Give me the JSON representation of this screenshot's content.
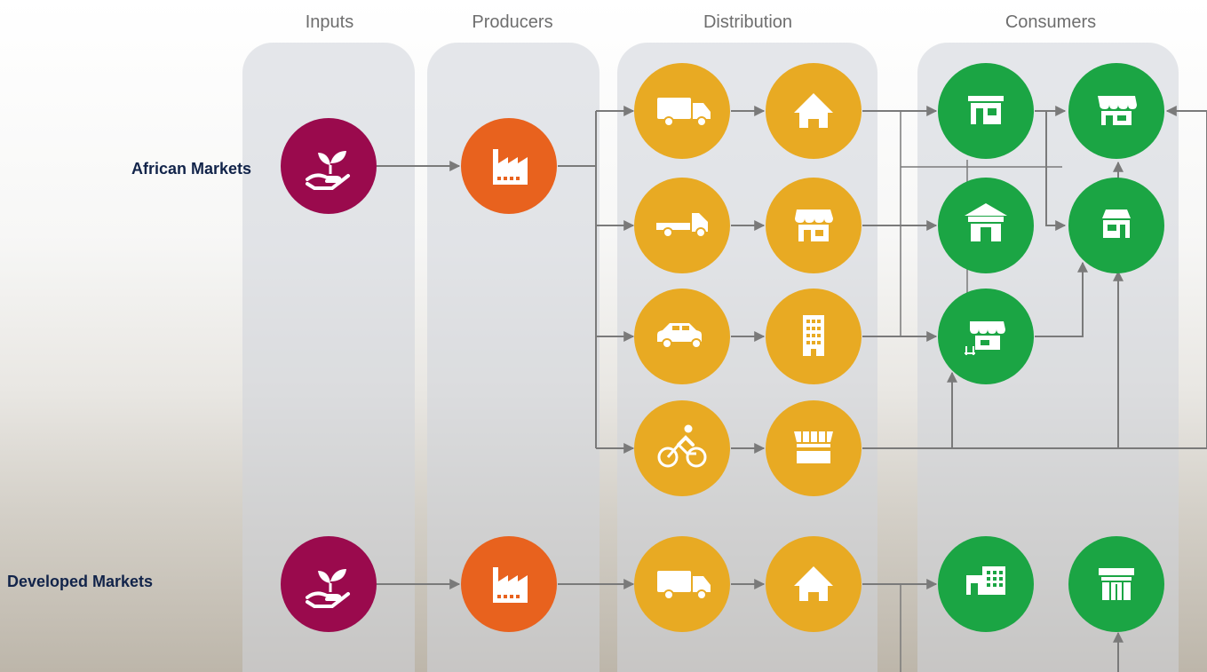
{
  "columns": [
    "Inputs",
    "Producers",
    "Distribution",
    "Consumers"
  ],
  "rows": [
    "African Markets",
    "Developed Markets"
  ],
  "colors": {
    "inputs": "#9a0a4d",
    "producers": "#e8621e",
    "distribution": "#e8aa23",
    "consumers": "#1ba544",
    "connector": "#7a7a7a",
    "label": "#12244a"
  },
  "nodes": [
    {
      "id": "af-input",
      "role": "inputs",
      "icon": "plant-in-hand-icon"
    },
    {
      "id": "af-producer",
      "role": "producers",
      "icon": "factory-icon"
    },
    {
      "id": "af-dist-truck",
      "role": "distribution",
      "icon": "delivery-truck-icon"
    },
    {
      "id": "af-dist-pickup",
      "role": "distribution",
      "icon": "flatbed-truck-icon"
    },
    {
      "id": "af-dist-car",
      "role": "distribution",
      "icon": "car-icon"
    },
    {
      "id": "af-dist-bicycle",
      "role": "distribution",
      "icon": "cyclist-icon"
    },
    {
      "id": "af-warehouse",
      "role": "distribution",
      "icon": "house-icon"
    },
    {
      "id": "af-wholesale-shop",
      "role": "distribution",
      "icon": "storefront-icon"
    },
    {
      "id": "af-building",
      "role": "distribution",
      "icon": "office-building-icon"
    },
    {
      "id": "af-market-stall",
      "role": "distribution",
      "icon": "market-stall-icon"
    },
    {
      "id": "af-consumer-kiosk",
      "role": "consumers",
      "icon": "kiosk-icon"
    },
    {
      "id": "af-consumer-shop",
      "role": "consumers",
      "icon": "shop-awning-icon"
    },
    {
      "id": "af-consumer-store",
      "role": "consumers",
      "icon": "general-store-icon"
    },
    {
      "id": "af-consumer-house-shop",
      "role": "consumers",
      "icon": "small-shop-icon"
    },
    {
      "id": "af-consumer-cafe",
      "role": "consumers",
      "icon": "cafe-stall-icon"
    },
    {
      "id": "dv-input",
      "role": "inputs",
      "icon": "plant-in-hand-icon"
    },
    {
      "id": "dv-producer",
      "role": "producers",
      "icon": "factory-icon"
    },
    {
      "id": "dv-dist-truck",
      "role": "distribution",
      "icon": "delivery-truck-icon"
    },
    {
      "id": "dv-warehouse",
      "role": "distribution",
      "icon": "house-icon"
    },
    {
      "id": "dv-supermarket",
      "role": "consumers",
      "icon": "supermarket-building-icon"
    },
    {
      "id": "dv-retail-store",
      "role": "consumers",
      "icon": "retail-store-icon"
    }
  ]
}
